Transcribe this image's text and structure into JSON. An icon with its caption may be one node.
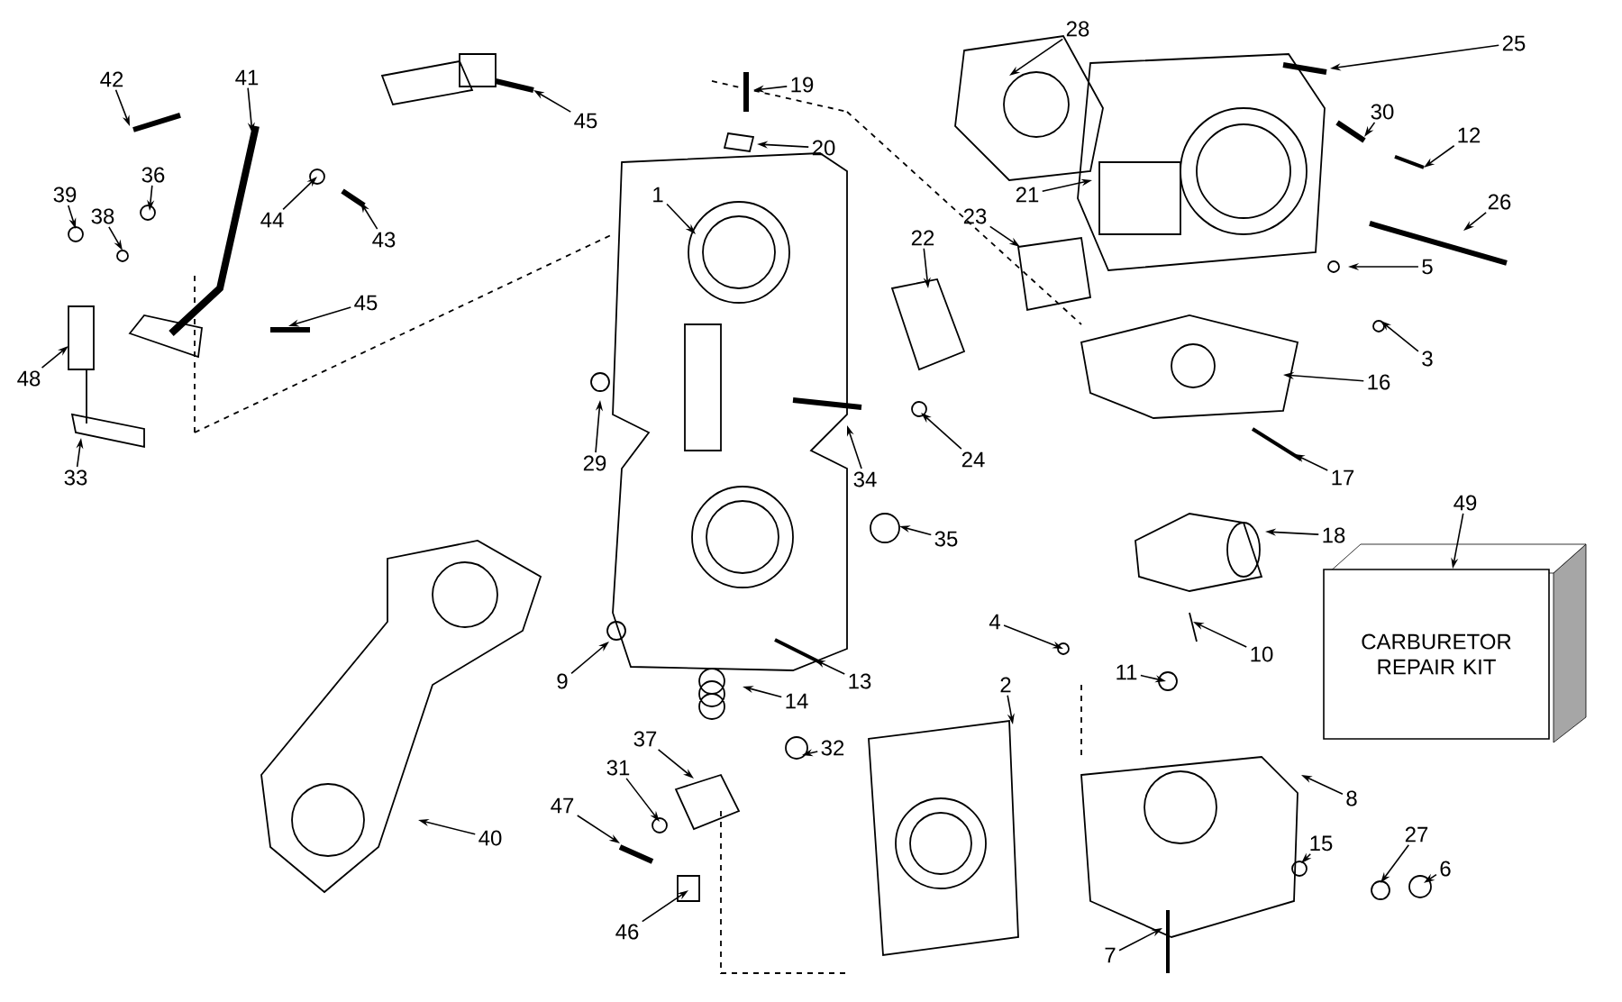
{
  "diagram": {
    "nodes": [
      {
        "text": [
          "42"
        ]
      },
      {
        "text": [
          "41"
        ]
      },
      {
        "text": [
          "36"
        ]
      },
      {
        "text": [
          "39"
        ]
      },
      {
        "text": [
          "38"
        ]
      },
      {
        "text": [
          "44"
        ]
      },
      {
        "text": [
          "43"
        ]
      },
      {
        "text": [
          "45"
        ]
      },
      {
        "text": [
          "48"
        ]
      },
      {
        "text": [
          "33"
        ]
      },
      {
        "text": [
          "45"
        ]
      },
      {
        "text": [
          "19"
        ]
      },
      {
        "text": [
          "20"
        ]
      },
      {
        "text": [
          "1"
        ]
      },
      {
        "text": [
          "28"
        ]
      },
      {
        "text": [
          "25"
        ]
      },
      {
        "text": [
          "30"
        ]
      },
      {
        "text": [
          "12"
        ]
      },
      {
        "text": [
          "21"
        ]
      },
      {
        "text": [
          "26"
        ]
      },
      {
        "text": [
          "23"
        ]
      },
      {
        "text": [
          "22"
        ]
      },
      {
        "text": [
          "5"
        ]
      },
      {
        "text": [
          "3"
        ]
      },
      {
        "text": [
          "16"
        ]
      },
      {
        "text": [
          "29"
        ]
      },
      {
        "text": [
          "34"
        ]
      },
      {
        "text": [
          "24"
        ]
      },
      {
        "text": [
          "17"
        ]
      },
      {
        "text": [
          "35"
        ]
      },
      {
        "text": [
          "18"
        ]
      },
      {
        "text": [
          "49"
        ]
      },
      {
        "text": [
          "4"
        ]
      },
      {
        "text": [
          "2"
        ]
      },
      {
        "text": [
          "10"
        ]
      },
      {
        "text": [
          "11"
        ]
      },
      {
        "text": [
          "9"
        ]
      },
      {
        "text": [
          "13"
        ]
      },
      {
        "text": [
          "14"
        ]
      },
      {
        "text": [
          "37"
        ]
      },
      {
        "text": [
          "32"
        ]
      },
      {
        "text": [
          "31"
        ]
      },
      {
        "text": [
          "47"
        ]
      },
      {
        "text": [
          "40"
        ]
      },
      {
        "text": [
          "8"
        ]
      },
      {
        "text": [
          "15"
        ]
      },
      {
        "text": [
          "27"
        ]
      },
      {
        "text": [
          "6"
        ]
      },
      {
        "text": [
          "46"
        ]
      },
      {
        "text": [
          "7"
        ]
      },
      {
        "text": [
          "CARBURETOR REPAIR KIT"
        ]
      }
    ],
    "edges": [
      {
        "from": 0,
        "to": null,
        "arrow": "to"
      },
      {
        "from": 1,
        "to": null,
        "arrow": "to"
      },
      {
        "from": 2,
        "to": null,
        "arrow": "to"
      },
      {
        "from": 3,
        "to": null,
        "arrow": "to"
      },
      {
        "from": 4,
        "to": null,
        "arrow": "to"
      },
      {
        "from": 5,
        "to": null,
        "arrow": "to"
      },
      {
        "from": 6,
        "to": null,
        "arrow": "to"
      },
      {
        "from": 7,
        "to": null,
        "arrow": "to"
      },
      {
        "from": 8,
        "to": null,
        "arrow": "to"
      },
      {
        "from": 9,
        "to": null,
        "arrow": "to"
      },
      {
        "from": 10,
        "to": null,
        "arrow": "to"
      },
      {
        "from": 11,
        "to": null,
        "arrow": "to"
      },
      {
        "from": 12,
        "to": null,
        "arrow": "to"
      },
      {
        "from": 13,
        "to": null,
        "arrow": "to"
      },
      {
        "from": 14,
        "to": null,
        "arrow": "to"
      },
      {
        "from": 15,
        "to": null,
        "arrow": "to"
      },
      {
        "from": 16,
        "to": null,
        "arrow": "to"
      },
      {
        "from": 17,
        "to": null,
        "arrow": "to"
      },
      {
        "from": 18,
        "to": null,
        "arrow": "to"
      },
      {
        "from": 19,
        "to": null,
        "arrow": "to"
      },
      {
        "from": 20,
        "to": null,
        "arrow": "to"
      },
      {
        "from": 21,
        "to": null,
        "arrow": "to"
      },
      {
        "from": 22,
        "to": null,
        "arrow": "to"
      },
      {
        "from": 23,
        "to": null,
        "arrow": "to"
      },
      {
        "from": 24,
        "to": null,
        "arrow": "to"
      },
      {
        "from": 25,
        "to": null,
        "arrow": "to"
      },
      {
        "from": 26,
        "to": null,
        "arrow": "to"
      },
      {
        "from": 27,
        "to": null,
        "arrow": "to"
      },
      {
        "from": 28,
        "to": null,
        "arrow": "to"
      },
      {
        "from": 29,
        "to": null,
        "arrow": "to"
      },
      {
        "from": 30,
        "to": null,
        "arrow": "to"
      },
      {
        "from": 31,
        "to": 50,
        "arrow": "to"
      },
      {
        "from": 32,
        "to": null,
        "arrow": "to"
      },
      {
        "from": 33,
        "to": null,
        "arrow": "to"
      },
      {
        "from": 34,
        "to": null,
        "arrow": "to"
      },
      {
        "from": 35,
        "to": null,
        "arrow": "to"
      },
      {
        "from": 36,
        "to": null,
        "arrow": "to"
      },
      {
        "from": 37,
        "to": null,
        "arrow": "to"
      },
      {
        "from": 38,
        "to": null,
        "arrow": "to"
      },
      {
        "from": 39,
        "to": null,
        "arrow": "to"
      },
      {
        "from": 40,
        "to": null,
        "arrow": "to"
      },
      {
        "from": 41,
        "to": null,
        "arrow": "to"
      },
      {
        "from": 42,
        "to": null,
        "arrow": "to"
      },
      {
        "from": 43,
        "to": null,
        "arrow": "to"
      },
      {
        "from": 44,
        "to": null,
        "arrow": "to"
      },
      {
        "from": 45,
        "to": null,
        "arrow": "to"
      },
      {
        "from": 46,
        "to": null,
        "arrow": "to"
      },
      {
        "from": 47,
        "to": null,
        "arrow": "to"
      },
      {
        "from": 48,
        "to": null,
        "arrow": "to"
      },
      {
        "from": 49,
        "to": null,
        "arrow": "to"
      }
    ]
  }
}
